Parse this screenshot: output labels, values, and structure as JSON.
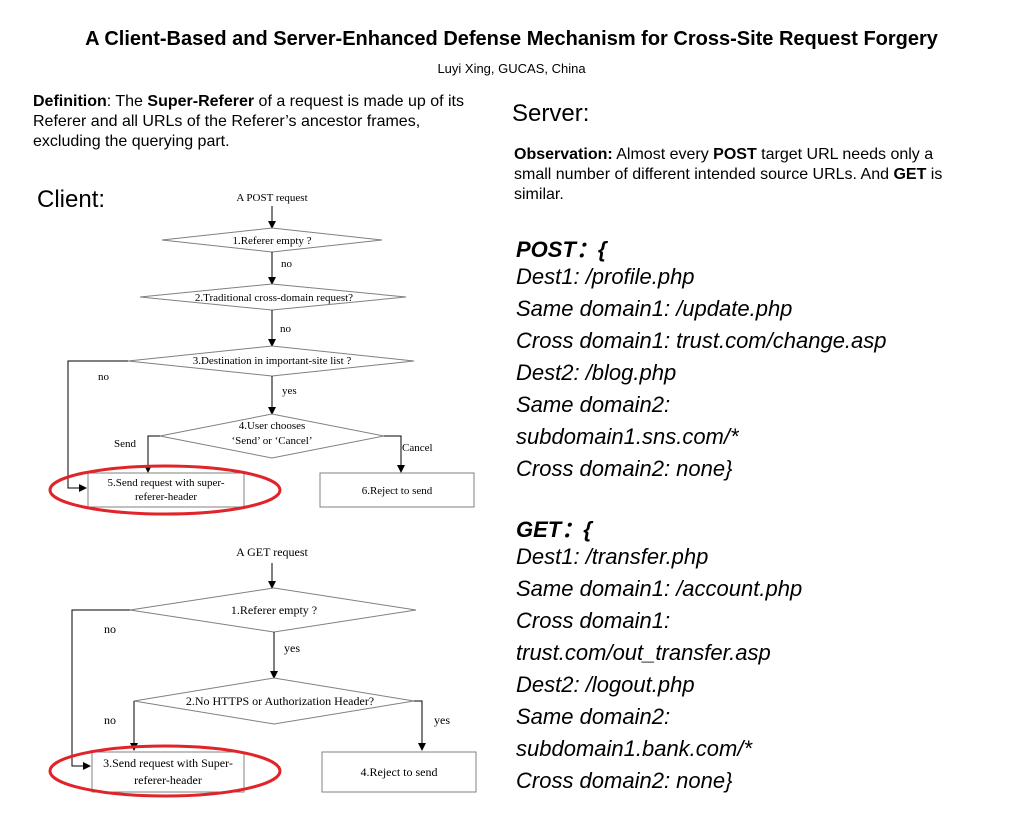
{
  "header": {
    "title": "A Client-Based and Server-Enhanced Defense Mechanism for Cross-Site Request Forgery",
    "author": "Luyi Xing, GUCAS, China"
  },
  "definition": {
    "term": "Definition",
    "sep": ": The ",
    "key": "Super-Referer",
    "rest": " of a request is made up of its Referer and all URLs of the Referer’s ancestor frames, excluding the querying part."
  },
  "client": {
    "label": "Client:"
  },
  "server": {
    "label": "Server:",
    "observation": {
      "term": "Observation:",
      "t1": " Almost every ",
      "post": "POST",
      "t2": " target URL needs only a small number of different intended source URLs. And ",
      "get": "GET",
      "t3": " is similar."
    },
    "post_lines": [
      "POST：{",
      "Dest1:                       /profile.php",
      "Same domain1:       /update.php",
      "Cross domain1: trust.com/change.asp",
      "Dest2:                       /blog.php",
      "Same domain2:",
      "              subdomain1.sns.com/*",
      "Cross domain2:       none}"
    ],
    "get_lines": [
      "GET：{",
      "Dest1:                       /transfer.php",
      "Same domain1:       /account.php",
      "Cross domain1:",
      "trust.com/out_transfer.asp",
      "Dest2:                       /logout.php",
      "Same domain2:",
      "              subdomain1.bank.com/*",
      "Cross domain2:       none}"
    ]
  },
  "post_flow": {
    "start": "A POST request",
    "d1": "1.Referer empty ?",
    "d1_out": "no",
    "d2": "2.Traditional cross-domain request?",
    "d2_out": "no",
    "d3": "3.Destination in important-site list ?",
    "d3_yes": "yes",
    "d3_no": "no",
    "d4_line1": "4.User chooses",
    "d4_line2": "‘Send’  or  ‘Cancel’",
    "send": "Send",
    "cancel": "Cancel",
    "box5_line1": "5.Send request with super-",
    "box5_line2": "referer-header",
    "box6": "6.Reject to send"
  },
  "get_flow": {
    "start": "A GET request",
    "d1": "1.Referer empty ?",
    "d1_yes": "yes",
    "d1_no": "no",
    "d2": "2.No HTTPS or Authorization Header?",
    "d2_no": "no",
    "d2_yes": "yes",
    "box3_line1": "3.Send request with Super-",
    "box3_line2": "referer-header",
    "box4": "4.Reject to send"
  },
  "colors": {
    "highlight": "#e0242a",
    "line": "#000000",
    "shape_stroke": "#808080"
  }
}
